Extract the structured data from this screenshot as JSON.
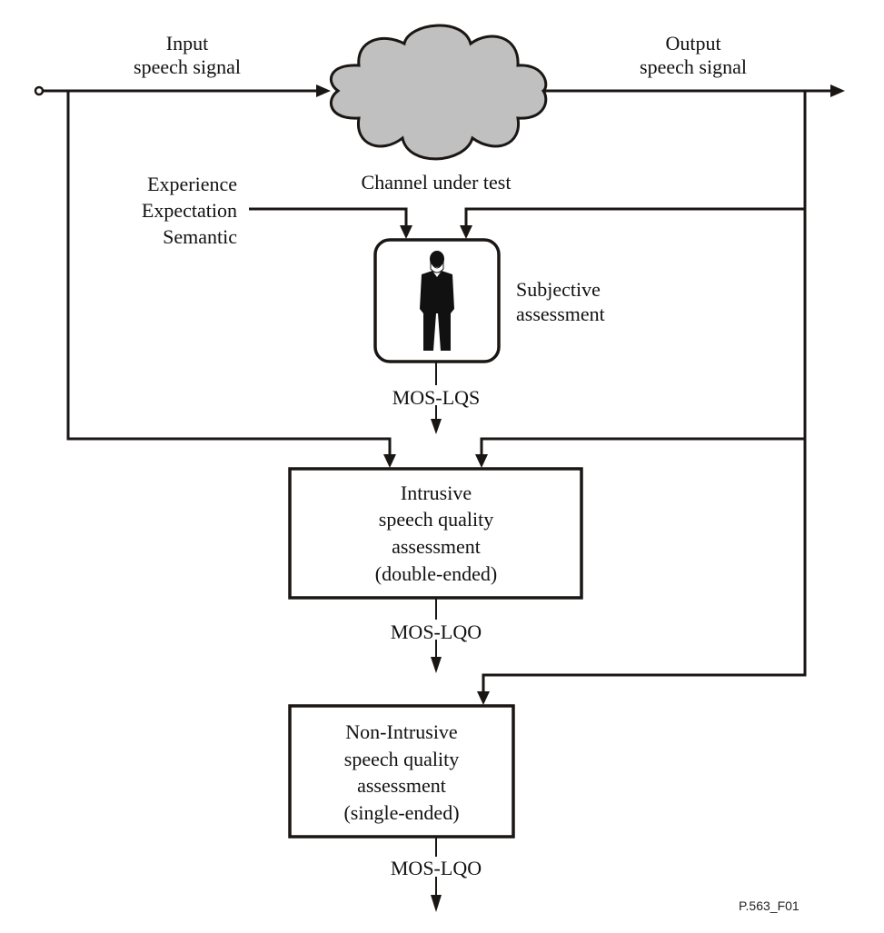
{
  "figure_id": "P.563_F01",
  "colors": {
    "line": "#1a1614",
    "cloud_fill": "#c0c0c0",
    "box_fill": "#ffffff",
    "text": "#111111"
  },
  "input": {
    "label_line1": "Input",
    "label_line2": "speech signal"
  },
  "output": {
    "label_line1": "Output",
    "label_line2": "speech signal"
  },
  "channel": {
    "label": "Channel under test",
    "icon": "cloud-icon"
  },
  "listener_factors": {
    "lines": [
      "Experience",
      "Expectation",
      "Semantic"
    ]
  },
  "subjective": {
    "label_line1": "Subjective",
    "label_line2": "assessment",
    "icon": "person-icon",
    "output_label": "MOS-LQS"
  },
  "intrusive": {
    "lines": [
      "Intrusive",
      "speech quality",
      "assessment",
      "(double-ended)"
    ],
    "output_label": "MOS-LQO"
  },
  "non_intrusive": {
    "lines": [
      "Non-Intrusive",
      "speech quality",
      "assessment",
      "(single-ended)"
    ],
    "output_label": "MOS-LQO"
  }
}
